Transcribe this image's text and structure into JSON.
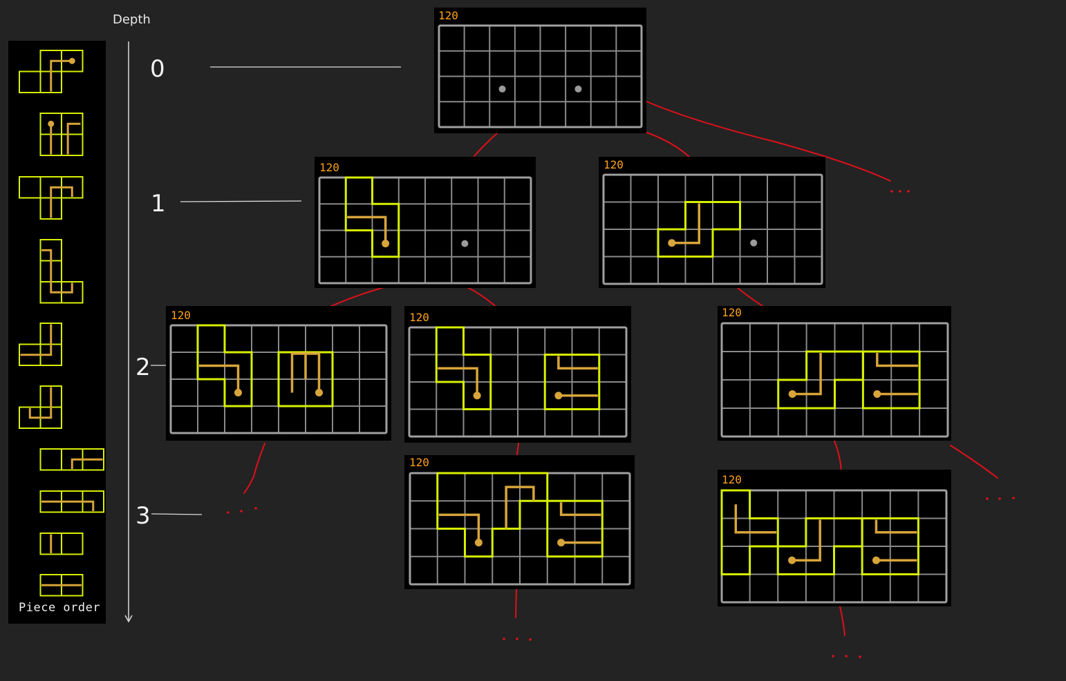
{
  "colors": {
    "background": "#232323",
    "panel": "#000000",
    "grid": "#8a8a8a",
    "piece_outline": "#d8f000",
    "piece_path": "#d8a53a",
    "empty_dot": "#9a9a9a",
    "score": "#ffa21a",
    "branch": "#e0101a",
    "axis": "#dddddd"
  },
  "axis": {
    "title": "Depth",
    "levels": [
      "0",
      "1",
      "2",
      "3"
    ]
  },
  "sidebar": {
    "caption": "Piece order",
    "piece_count": 10
  },
  "boards": [
    {
      "id": "d0",
      "depth": 0,
      "score": "120",
      "cols": 8,
      "rows": 4,
      "dots": [
        [
          2,
          2
        ],
        [
          5,
          2
        ]
      ],
      "pieces": []
    },
    {
      "id": "d1-left",
      "depth": 1,
      "score": "120",
      "cols": 8,
      "rows": 4,
      "dots": [
        [
          5,
          2
        ]
      ],
      "pieces": [
        {
          "outline": [
            [
              1,
              0
            ],
            [
              2,
              0
            ],
            [
              2,
              1
            ],
            [
              3,
              1
            ],
            [
              3,
              3
            ],
            [
              2,
              3
            ],
            [
              2,
              2
            ],
            [
              1,
              2
            ]
          ],
          "path": [
            [
              1.05,
              1.5
            ],
            [
              2.5,
              1.5
            ],
            [
              2.5,
              2.5
            ]
          ],
          "dot": [
            2.5,
            2.5
          ]
        }
      ]
    },
    {
      "id": "d1-right",
      "depth": 1,
      "score": "120",
      "cols": 8,
      "rows": 4,
      "dots": [
        [
          5,
          2
        ]
      ],
      "pieces": [
        {
          "outline": [
            [
              3,
              1
            ],
            [
              5,
              1
            ],
            [
              5,
              2
            ],
            [
              4,
              2
            ],
            [
              4,
              3
            ],
            [
              2,
              3
            ],
            [
              2,
              2
            ],
            [
              3,
              2
            ]
          ],
          "path": [
            [
              3.5,
              1.05
            ],
            [
              3.5,
              2.5
            ],
            [
              2.5,
              2.5
            ]
          ],
          "dot": [
            2.5,
            2.5
          ]
        }
      ]
    },
    {
      "id": "d2-a",
      "depth": 2,
      "score": "120",
      "cols": 8,
      "rows": 4,
      "dots": [],
      "pieces": [
        {
          "outline": [
            [
              1,
              0
            ],
            [
              2,
              0
            ],
            [
              2,
              1
            ],
            [
              3,
              1
            ],
            [
              3,
              3
            ],
            [
              2,
              3
            ],
            [
              2,
              2
            ],
            [
              1,
              2
            ]
          ],
          "path": [
            [
              1.05,
              1.5
            ],
            [
              2.5,
              1.5
            ],
            [
              2.5,
              2.5
            ]
          ],
          "dot": [
            2.5,
            2.5
          ]
        },
        {
          "outline": [
            [
              4,
              1
            ],
            [
              6,
              1
            ],
            [
              6,
              3
            ],
            [
              4,
              3
            ]
          ],
          "path": [
            [
              4.5,
              2.5
            ],
            [
              4.5,
              1.05
            ],
            [
              5.5,
              1.05
            ],
            [
              5.5,
              2.5
            ]
          ],
          "dot": [
            5.5,
            2.5
          ]
        },
        {
          "outline": [],
          "path": [
            [
              5,
              1.05
            ],
            [
              5,
              2
            ]
          ],
          "dot": null
        }
      ]
    },
    {
      "id": "d2-b",
      "depth": 2,
      "score": "120",
      "cols": 8,
      "rows": 4,
      "dots": [],
      "pieces": [
        {
          "outline": [
            [
              1,
              0
            ],
            [
              2,
              0
            ],
            [
              2,
              1
            ],
            [
              3,
              1
            ],
            [
              3,
              3
            ],
            [
              2,
              3
            ],
            [
              2,
              2
            ],
            [
              1,
              2
            ]
          ],
          "path": [
            [
              1.05,
              1.5
            ],
            [
              2.5,
              1.5
            ],
            [
              2.5,
              2.5
            ]
          ],
          "dot": [
            2.5,
            2.5
          ]
        },
        {
          "outline": [
            [
              5,
              1
            ],
            [
              7,
              1
            ],
            [
              7,
              3
            ],
            [
              5,
              3
            ]
          ],
          "path": [
            [
              6.95,
              1.5
            ],
            [
              5.5,
              1.5
            ],
            [
              5.5,
              1.05
            ]
          ],
          "dot": null
        },
        {
          "outline": [],
          "path": [
            [
              5.5,
              2.5
            ],
            [
              6.95,
              2.5
            ]
          ],
          "dot": [
            5.5,
            2.5
          ]
        }
      ]
    },
    {
      "id": "d2-c",
      "depth": 2,
      "score": "120",
      "cols": 8,
      "rows": 4,
      "dots": [],
      "pieces": [
        {
          "outline": [
            [
              3,
              1
            ],
            [
              5,
              1
            ],
            [
              5,
              2
            ],
            [
              4,
              2
            ],
            [
              4,
              3
            ],
            [
              2,
              3
            ],
            [
              2,
              2
            ],
            [
              3,
              2
            ]
          ],
          "path": [
            [
              3.5,
              1.05
            ],
            [
              3.5,
              2.5
            ],
            [
              2.5,
              2.5
            ]
          ],
          "dot": [
            2.5,
            2.5
          ]
        },
        {
          "outline": [
            [
              5,
              1
            ],
            [
              7,
              1
            ],
            [
              7,
              3
            ],
            [
              5,
              3
            ]
          ],
          "path": [
            [
              6.95,
              1.5
            ],
            [
              5.5,
              1.5
            ],
            [
              5.5,
              1.05
            ]
          ],
          "dot": null
        },
        {
          "outline": [],
          "path": [
            [
              5.5,
              2.5
            ],
            [
              6.95,
              2.5
            ]
          ],
          "dot": [
            5.5,
            2.5
          ]
        }
      ]
    },
    {
      "id": "d3-a",
      "depth": 3,
      "score": "120",
      "cols": 8,
      "rows": 4,
      "dots": [],
      "pieces": [
        {
          "outline": [
            [
              1,
              0
            ],
            [
              5,
              0
            ],
            [
              5,
              1
            ],
            [
              4,
              1
            ],
            [
              4,
              2
            ],
            [
              3,
              2
            ],
            [
              3,
              3
            ],
            [
              2,
              3
            ],
            [
              2,
              2
            ],
            [
              1,
              2
            ]
          ],
          "path": [
            [
              1.05,
              1.5
            ],
            [
              2.5,
              1.5
            ],
            [
              2.5,
              2.5
            ]
          ],
          "dot": [
            2.5,
            2.5
          ]
        },
        {
          "outline": [],
          "path": [
            [
              3.5,
              2
            ],
            [
              3.5,
              0.5
            ],
            [
              4.5,
              0.5
            ],
            [
              4.5,
              1
            ]
          ],
          "dot": null
        },
        {
          "outline": [
            [
              5,
              1
            ],
            [
              7,
              1
            ],
            [
              7,
              3
            ],
            [
              5,
              3
            ]
          ],
          "path": [
            [
              6.95,
              1.5
            ],
            [
              5.5,
              1.5
            ],
            [
              5.5,
              1.05
            ]
          ],
          "dot": null
        },
        {
          "outline": [],
          "path": [
            [
              5.5,
              2.5
            ],
            [
              6.95,
              2.5
            ]
          ],
          "dot": [
            5.5,
            2.5
          ]
        }
      ]
    },
    {
      "id": "d3-b",
      "depth": 3,
      "score": "120",
      "cols": 8,
      "rows": 4,
      "dots": [],
      "pieces": [
        {
          "outline": [
            [
              0,
              0
            ],
            [
              1,
              0
            ],
            [
              1,
              1
            ],
            [
              2,
              1
            ],
            [
              2,
              2
            ],
            [
              1,
              2
            ],
            [
              1,
              3
            ],
            [
              0,
              3
            ]
          ],
          "path": [
            [
              0.5,
              0.5
            ],
            [
              0.5,
              1.5
            ],
            [
              1.95,
              1.5
            ]
          ],
          "dot": null
        },
        {
          "outline": [
            [
              3,
              1
            ],
            [
              5,
              1
            ],
            [
              5,
              2
            ],
            [
              4,
              2
            ],
            [
              4,
              3
            ],
            [
              2,
              3
            ],
            [
              2,
              2
            ],
            [
              3,
              2
            ]
          ],
          "path": [
            [
              3.5,
              1.05
            ],
            [
              3.5,
              2.5
            ],
            [
              2.5,
              2.5
            ]
          ],
          "dot": [
            2.5,
            2.5
          ]
        },
        {
          "outline": [
            [
              5,
              1
            ],
            [
              7,
              1
            ],
            [
              7,
              3
            ],
            [
              5,
              3
            ]
          ],
          "path": [
            [
              6.95,
              1.5
            ],
            [
              5.5,
              1.5
            ],
            [
              5.5,
              1.05
            ]
          ],
          "dot": null
        },
        {
          "outline": [],
          "path": [
            [
              5.5,
              2.5
            ],
            [
              6.95,
              2.5
            ]
          ],
          "dot": [
            5.5,
            2.5
          ]
        }
      ]
    }
  ],
  "pieces_order": [
    {
      "cells": [
        [
          1,
          0
        ],
        [
          2,
          0
        ],
        [
          0,
          1
        ],
        [
          1,
          1
        ]
      ],
      "path": [
        [
          1.5,
          1.95
        ],
        [
          1.5,
          0.5
        ],
        [
          2.5,
          0.5
        ]
      ],
      "dot": [
        2.5,
        0.5
      ]
    },
    {
      "cells": [
        [
          1,
          0
        ],
        [
          2,
          0
        ],
        [
          1,
          1
        ],
        [
          2,
          1
        ]
      ],
      "path": [
        [
          1.5,
          0.5
        ],
        [
          1.5,
          1.95
        ]
      ],
      "dot": [
        1.5,
        0.5
      ],
      "path2": [
        [
          2.3,
          1.95
        ],
        [
          2.3,
          0.5
        ],
        [
          2.9,
          0.5
        ]
      ]
    },
    {
      "cells": [
        [
          0,
          0
        ],
        [
          1,
          0
        ],
        [
          2,
          0
        ],
        [
          1,
          1
        ]
      ],
      "path": [
        [
          1.5,
          1.95
        ],
        [
          1.5,
          0.5
        ],
        [
          2.5,
          0.5
        ],
        [
          2.5,
          0.95
        ]
      ],
      "dot": null
    },
    {
      "cells": [
        [
          1,
          0
        ],
        [
          1,
          1
        ],
        [
          1,
          2
        ],
        [
          2,
          2
        ]
      ],
      "path": [
        [
          1.05,
          0.5
        ],
        [
          1.5,
          0.5
        ],
        [
          1.5,
          2.5
        ],
        [
          2.5,
          2.5
        ],
        [
          2.5,
          2.05
        ]
      ],
      "dot": null
    },
    {
      "cells": [
        [
          1,
          0
        ],
        [
          0,
          1
        ],
        [
          1,
          1
        ]
      ],
      "path": [
        [
          1.5,
          0.05
        ],
        [
          1.5,
          1.5
        ],
        [
          0.05,
          1.5
        ]
      ],
      "dot": null
    },
    {
      "cells": [
        [
          1,
          0
        ],
        [
          0,
          1
        ],
        [
          1,
          1
        ]
      ],
      "path": [
        [
          1.5,
          0.05
        ],
        [
          1.5,
          1.5
        ],
        [
          0.5,
          1.5
        ],
        [
          0.5,
          1.05
        ]
      ],
      "dot": null
    },
    {
      "cells": [
        [
          1,
          0
        ],
        [
          2,
          0
        ],
        [
          3,
          0
        ]
      ],
      "path": [
        [
          2.5,
          0.95
        ],
        [
          2.5,
          0.5
        ],
        [
          3.95,
          0.5
        ]
      ],
      "dot": null
    },
    {
      "cells": [
        [
          1,
          0
        ],
        [
          2,
          0
        ],
        [
          3,
          0
        ]
      ],
      "path": [
        [
          1.05,
          0.5
        ],
        [
          3.5,
          0.5
        ],
        [
          3.5,
          0.95
        ]
      ],
      "dot": null
    },
    {
      "cells": [
        [
          1,
          0
        ],
        [
          2,
          0
        ]
      ],
      "path": [
        [
          1.5,
          0.05
        ],
        [
          1.5,
          0.95
        ]
      ],
      "dot": null
    },
    {
      "cells": [
        [
          1,
          0
        ],
        [
          2,
          0
        ]
      ],
      "path": [
        [
          1.05,
          0.5
        ],
        [
          2.95,
          0.5
        ]
      ],
      "dot": null
    }
  ]
}
